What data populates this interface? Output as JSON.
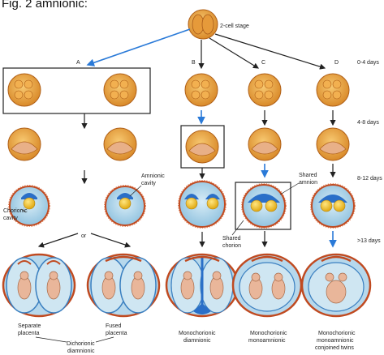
{
  "heading": "Fig. 2 amnionic:",
  "stage_label": "2-cell stage",
  "branches": {
    "a": "A",
    "b": "B",
    "c": "C",
    "d": "D"
  },
  "timeline": [
    "0-4 days",
    "4-8 days",
    "8-12 days",
    ">13 days"
  ],
  "annotations": {
    "amnionic_line1": "Amnionic",
    "amnionic_line2": "cavity",
    "chorionic_line1": "Chorionic",
    "chorionic_line2": "cavity",
    "or": "or",
    "shared_amnion_line1": "Shared",
    "shared_amnion_line2": "amnion",
    "shared_chorion_line1": "Shared",
    "shared_chorion_line2": "chorion",
    "separate_line1": "Separate",
    "separate_line2": "placenta",
    "fused_line1": "Fused",
    "fused_line2": "placenta"
  },
  "outcomes": {
    "dichorionic_line1": "Dichorionic",
    "dichorionic_line2": "diamnionic",
    "mono_di_line1": "Monochorionic",
    "mono_di_line2": "diamnionic",
    "mono_mono_line1": "Monochorionic",
    "mono_mono_line2": "monoamnionic",
    "conjoined_line1": "Monochorionic",
    "conjoined_line2": "monoamnionic",
    "conjoined_line3": "conjoined twins"
  },
  "colors": {
    "embryo": "#e8a040",
    "embryo_dot": "#c86a1e",
    "membrane": "#c04a20",
    "amnion_blue": "#2a6fc8",
    "fluid": "#a6d0e8",
    "yolk": "#f0c020",
    "arrow_blue": "#2a7ad8"
  }
}
